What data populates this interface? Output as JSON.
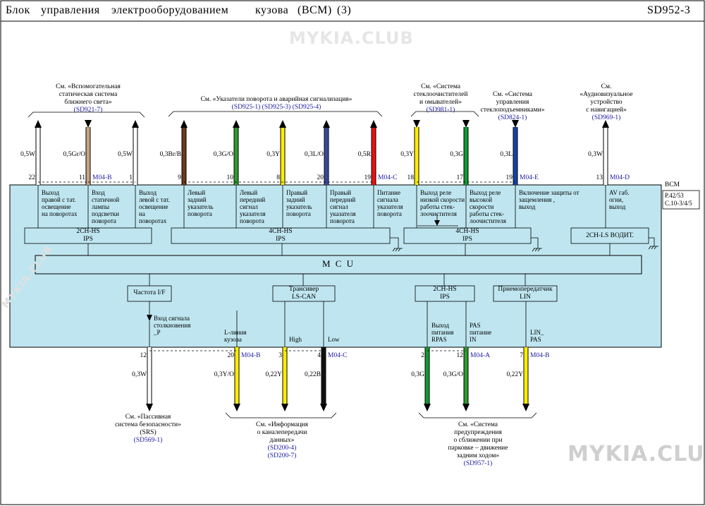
{
  "header": {
    "title_1": "Блок",
    "title_2": "управления",
    "title_3": "электрооборудованием",
    "title_4": "кузова",
    "title_5": "(BCM)",
    "title_6": "(3)",
    "code": "SD952-3"
  },
  "watermark": {
    "top": "MYKIA.CLUB",
    "side": "MYKIA.CLUB",
    "bottom": "MYKIA.CLUB"
  },
  "refs_top": {
    "aux_light": {
      "l1": "См. «Вспомогательная",
      "l2": "статическая   система",
      "l3": "ближнего   света»",
      "code": "(SD921-7)"
    },
    "turn": {
      "l1": "См. «Указатели   поворота   и аварийная   сигнализация»",
      "c1": "(SD925-1)",
      "c2": "(SD925-3)",
      "c3": "(SD925-4)"
    },
    "wiper": {
      "l1": "См. «Система",
      "l2": "стеклоочистителей",
      "l3": "и омывателей»",
      "code": "(SD981-1)"
    },
    "washer": {
      "l1": "См. «Система",
      "l2": "управления",
      "l3": "стеклоподъемниками»",
      "code": "(SD824-1)"
    },
    "av": {
      "l1": "См.",
      "l2": "«Аудиовизуальное",
      "l3": "устройство",
      "l4": "с навигацией»",
      "code": "(SD969-1)"
    }
  },
  "top_pins": [
    {
      "wire": "0,5W",
      "pin": "22",
      "color": "#ffffff",
      "dir": "up"
    },
    {
      "wire": "0,5Gr/O",
      "pin": "11",
      "color": "#c4a484",
      "dir": "down",
      "conn": "M04-B"
    },
    {
      "wire": "0,5W",
      "pin": "1",
      "color": "#ffffff",
      "dir": "up"
    },
    {
      "wire": "0,3Br/B",
      "pin": "9",
      "color": "#6b3a1e",
      "dir": "up"
    },
    {
      "wire": "0,3G/O",
      "pin": "10",
      "color": "#2e9b2e",
      "dir": "up"
    },
    {
      "wire": "0,3Y",
      "pin": "8",
      "color": "#ffee00",
      "dir": "up"
    },
    {
      "wire": "0,3L/O",
      "pin": "20",
      "color": "#3a4a9a",
      "dir": "up"
    },
    {
      "wire": "0,5R",
      "pin": "19",
      "color": "#ee1111",
      "dir": "up",
      "conn": "M04-C"
    },
    {
      "wire": "0,3Y",
      "pin": "18",
      "color": "#ffee00",
      "dir": "down"
    },
    {
      "wire": "0,3G",
      "pin": "17",
      "color": "#119933",
      "dir": "down"
    },
    {
      "wire": "0,3L",
      "pin": "19",
      "color": "#1144aa",
      "dir": "down",
      "conn": "M04-E"
    },
    {
      "wire": "0,3W",
      "pin": "13",
      "color": "#ffffff",
      "dir": "up",
      "conn": "M04-D"
    }
  ],
  "bcm": {
    "label": "BCM",
    "note1": "P.42/53",
    "note2": "C.10-3/4/5"
  },
  "functions": [
    {
      "l1": "Выход",
      "l2": "правой с тат.",
      "l3": "освещение",
      "l4": "на поворотах"
    },
    {
      "l1": "Вход",
      "l2": "статичной",
      "l3": "лампы",
      "l4": "подсветки",
      "l5": "поворота"
    },
    {
      "l1": "Выход",
      "l2": "левой с тат.",
      "l3": "освещение",
      "l4": "на",
      "l5": "поворотах"
    },
    {
      "l1": "Левый",
      "l2": "задний",
      "l3": "указатель",
      "l4": "поворота"
    },
    {
      "l1": "Левый",
      "l2": "передний",
      "l3": "сигнал",
      "l4": "указателя",
      "l5": "поворота"
    },
    {
      "l1": "Правый",
      "l2": "задний",
      "l3": "указатель",
      "l4": "поворота"
    },
    {
      "l1": "Правый",
      "l2": "передний",
      "l3": "сигнал",
      "l4": "указателя",
      "l5": "поворота"
    },
    {
      "l1": "Питание",
      "l2": "сигнала",
      "l3": "указателя",
      "l4": "поворота"
    },
    {
      "l1": "Выход реле",
      "l2": "низкой скорости",
      "l3": "работы  стек-",
      "l4": "лоочистителя"
    },
    {
      "l1": "Выход реле",
      "l2": "высокой",
      "l3": "скорости",
      "l4": "работы стек-",
      "l5": "лоочистителя"
    },
    {
      "l1": "Включение защиты от",
      "l2": "защемления ,",
      "l3": "выход"
    },
    {
      "l1": "AV габ.",
      "l2": "огни,",
      "l3": "выход"
    }
  ],
  "ips_blocks": [
    {
      "l1": "2CH-HS",
      "l2": "IPS"
    },
    {
      "l1": "4CH-HS",
      "l2": "IPS"
    },
    {
      "l1": "4CH-HS",
      "l2": "IPS"
    },
    {
      "l1": "2CH-LS  ВОДИТ."
    }
  ],
  "mcu": "M C U",
  "lower_blocks": {
    "freq": "Частота  I/F",
    "can": {
      "l1": "Трансивер",
      "l2": "LS-CAN"
    },
    "ips": {
      "l1": "2CH-HS",
      "l2": "IPS"
    },
    "lin": {
      "l1": "Приемопередатчик",
      "l2": "LIN"
    }
  },
  "lower_labels": {
    "collision": {
      "l1": "Вход  сигнала",
      "l2": "столкновения",
      "l3": "_P"
    },
    "lline": {
      "l1": "L-линия",
      "l2": "кузова"
    },
    "high": "High",
    "low": "Low",
    "rpas": {
      "l1": "Выход",
      "l2": "питания",
      "l3": "RPAS"
    },
    "pas": {
      "l1": "PAS",
      "l2": "питание",
      "l3": "IN"
    },
    "linpas": {
      "l1": "LIN_",
      "l2": "PAS"
    }
  },
  "bottom_pins": [
    {
      "wire": "0,3W",
      "pin": "12",
      "color": "#ffffff"
    },
    {
      "wire": "0,3Y/O",
      "pin": "20",
      "color": "#ffee00",
      "conn": "M04-B"
    },
    {
      "wire": "0,22Y",
      "pin": "3",
      "color": "#ffee00"
    },
    {
      "wire": "0,22B",
      "pin": "4",
      "color": "#111111",
      "conn": "M04-C"
    },
    {
      "wire": "0,3G",
      "pin": "2",
      "color": "#119933"
    },
    {
      "wire": "0,3G/O",
      "pin": "12",
      "color": "#2e9b2e",
      "conn": "M04-A"
    },
    {
      "wire": "0,22Y",
      "pin": "7",
      "color": "#ffee00",
      "conn": "M04-B"
    }
  ],
  "refs_bottom": {
    "srs": {
      "l1": "См. «Пассивная",
      "l2": "система   безопасности»",
      "l3": "(SRS)",
      "code": "(SD569-1)"
    },
    "info": {
      "l1": "См. «Информация",
      "l2": "о каналепередачи",
      "l3": "данных»",
      "c1": "(SD200-4)",
      "c2": "(SD200-7)"
    },
    "park": {
      "l1": "См. «Система",
      "l2": "предупреждения",
      "l3": "о сближении   при",
      "l4": "парковке   – движение",
      "l5": "задним   ходом»",
      "code": "(SD957-1)"
    }
  }
}
